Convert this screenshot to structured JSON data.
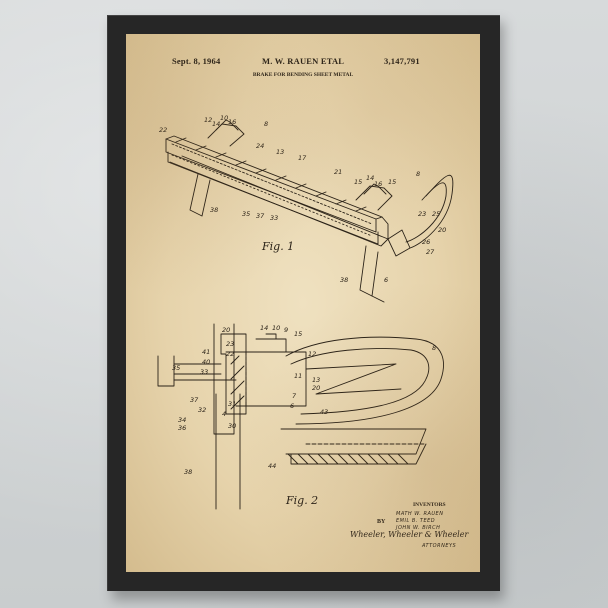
{
  "patent": {
    "date": "Sept. 8, 1964",
    "inventor_header": "M. W. RAUEN ETAL",
    "number": "3,147,791",
    "title": "BRAKE FOR BENDING SHEET METAL"
  },
  "figures": {
    "fig1_label": "Fig. 1",
    "fig2_label": "Fig. 2"
  },
  "fig1_refs": [
    "22",
    "12",
    "14",
    "10",
    "16",
    "8",
    "24",
    "13",
    "17",
    "21",
    "15",
    "14",
    "16",
    "15",
    "8",
    "23",
    "25",
    "20",
    "26",
    "27",
    "38",
    "6",
    "35",
    "37",
    "33",
    "38"
  ],
  "fig2_refs": [
    "14",
    "10",
    "9",
    "15",
    "20",
    "8",
    "23",
    "22",
    "41",
    "40",
    "33",
    "35",
    "12",
    "11",
    "13",
    "7",
    "6",
    "20",
    "37",
    "32",
    "31",
    "4",
    "34",
    "36",
    "30",
    "43",
    "44",
    "38"
  ],
  "inventors": {
    "heading": "INVENTORS",
    "names": [
      "MATH W. RAUEN",
      "EMIL B. TEED",
      "JOHN W. BIRCH"
    ],
    "by": "BY",
    "signature": "Wheeler, Wheeler & Wheeler",
    "attorneys": "ATTORNEYS"
  },
  "colors": {
    "frame": "#262626",
    "paper": "#e6d3ab",
    "ink": "#2a2218",
    "wall": "#cfd3d4"
  }
}
